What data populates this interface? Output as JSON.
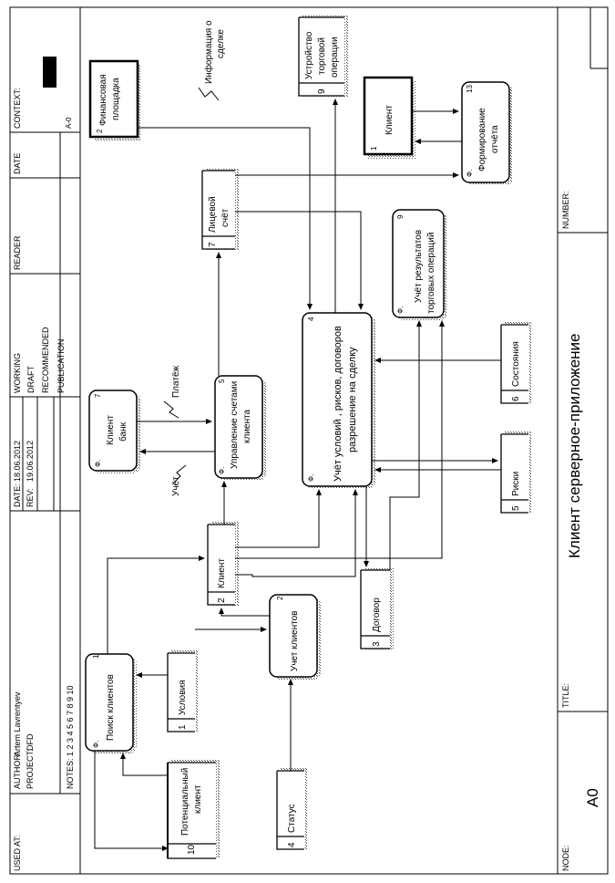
{
  "header": {
    "used_at": "USED AT:",
    "author_label": "AUTHOR:",
    "author": "Artem Lavrentyev",
    "project_label": "PROJECT:",
    "project": "DFD",
    "date_label": "DATE:",
    "date": "18.06.2012",
    "rev_label": "REV:",
    "rev": "19.06.2012",
    "notes": "NOTES: 1 2 3 4 5 6 7 8 9 10",
    "statuses": [
      "WORKING",
      "DRAFT",
      "RECOMMENDED",
      "PUBLICATION"
    ],
    "reader": "READER",
    "date_col": "DATE",
    "context": "CONTEXT:",
    "node_id": "A-0"
  },
  "footer": {
    "node_label": "NODE:",
    "node": "A0",
    "title_label": "TITLE:",
    "title": "Клиент серверное-приложение",
    "number_label": "NUMBER:"
  },
  "processes": [
    {
      "id": "search",
      "num": "1",
      "ref": "Ф.",
      "label": "Поиск клиентов"
    },
    {
      "id": "accounting",
      "num": "2",
      "ref": "",
      "label": "Учет клиентов"
    },
    {
      "id": "accounts",
      "num": "5",
      "ref": "Ф.",
      "label": "Управление счетами клиента"
    },
    {
      "id": "bank",
      "num": "7",
      "ref": "Ф.",
      "label": "Клиент банк"
    },
    {
      "id": "terms",
      "num": "4",
      "ref": "Ф.",
      "label": "Учёт условий , рисков, договоров разрешение на сделку"
    },
    {
      "id": "results",
      "num": "9",
      "ref": "Ф.",
      "label": "Учёт результатов торговых операций"
    },
    {
      "id": "report",
      "num": "13",
      "ref": "Ф.",
      "label": "Формирование отчёта"
    }
  ],
  "stores": [
    {
      "id": "potential",
      "num": "10",
      "label": "Потенциальный клиент"
    },
    {
      "id": "conditions",
      "num": "1",
      "label": "Условия"
    },
    {
      "id": "client",
      "num": "2",
      "label": "Клиент"
    },
    {
      "id": "status",
      "num": "4",
      "label": "Статус"
    },
    {
      "id": "contract",
      "num": "3",
      "label": "Договор"
    },
    {
      "id": "risks",
      "num": "5",
      "label": "Риски"
    },
    {
      "id": "states",
      "num": "6",
      "label": "Состояния"
    },
    {
      "id": "personal",
      "num": "7",
      "label": "Лицевой счёт"
    },
    {
      "id": "device",
      "num": "9",
      "label": "Устройство торговой операции"
    }
  ],
  "externals": [
    {
      "id": "fin",
      "num": "2",
      "label": "Финансовая площадка"
    },
    {
      "id": "ext_client",
      "num": "1",
      "label": "Клиент"
    }
  ],
  "flow_labels": {
    "deal_info": "Информация о сделке",
    "payment": "Платёж",
    "accounting": "Учёт"
  }
}
